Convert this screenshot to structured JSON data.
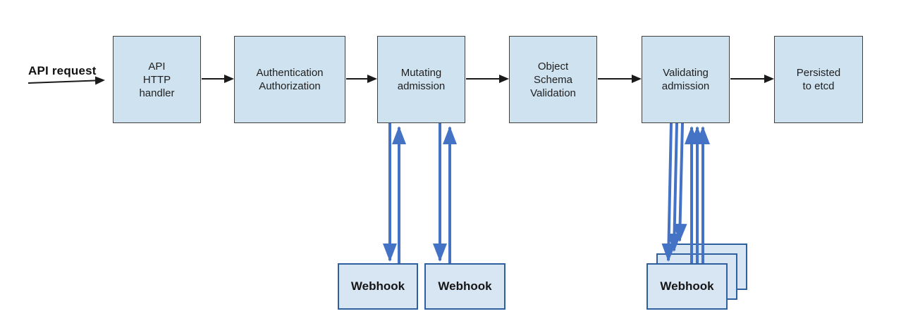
{
  "diagram": {
    "request_label": "API request",
    "nodes": [
      {
        "id": "api-http-handler",
        "label": "API\nHTTP\nhandler"
      },
      {
        "id": "authentication-authorization",
        "label": "Authentication\nAuthorization"
      },
      {
        "id": "mutating-admission",
        "label": "Mutating\nadmission"
      },
      {
        "id": "object-schema-validation",
        "label": "Object\nSchema\nValidation"
      },
      {
        "id": "validating-admission",
        "label": "Validating\nadmission"
      },
      {
        "id": "persisted-to-etcd",
        "label": "Persisted\nto etcd"
      }
    ],
    "webhooks": {
      "mutating": [
        {
          "label": "Webhook"
        },
        {
          "label": "Webhook"
        }
      ],
      "validating": [
        {
          "label": "Webhook"
        }
      ]
    },
    "colors": {
      "node_fill": "#cfe2f0",
      "node_border": "#3f3f3f",
      "webhook_fill": "#d8e6f4",
      "webhook_border": "#2e5f9e",
      "flow_arrow": "#1a1a1a",
      "webhook_arrow": "#4472c4"
    }
  }
}
